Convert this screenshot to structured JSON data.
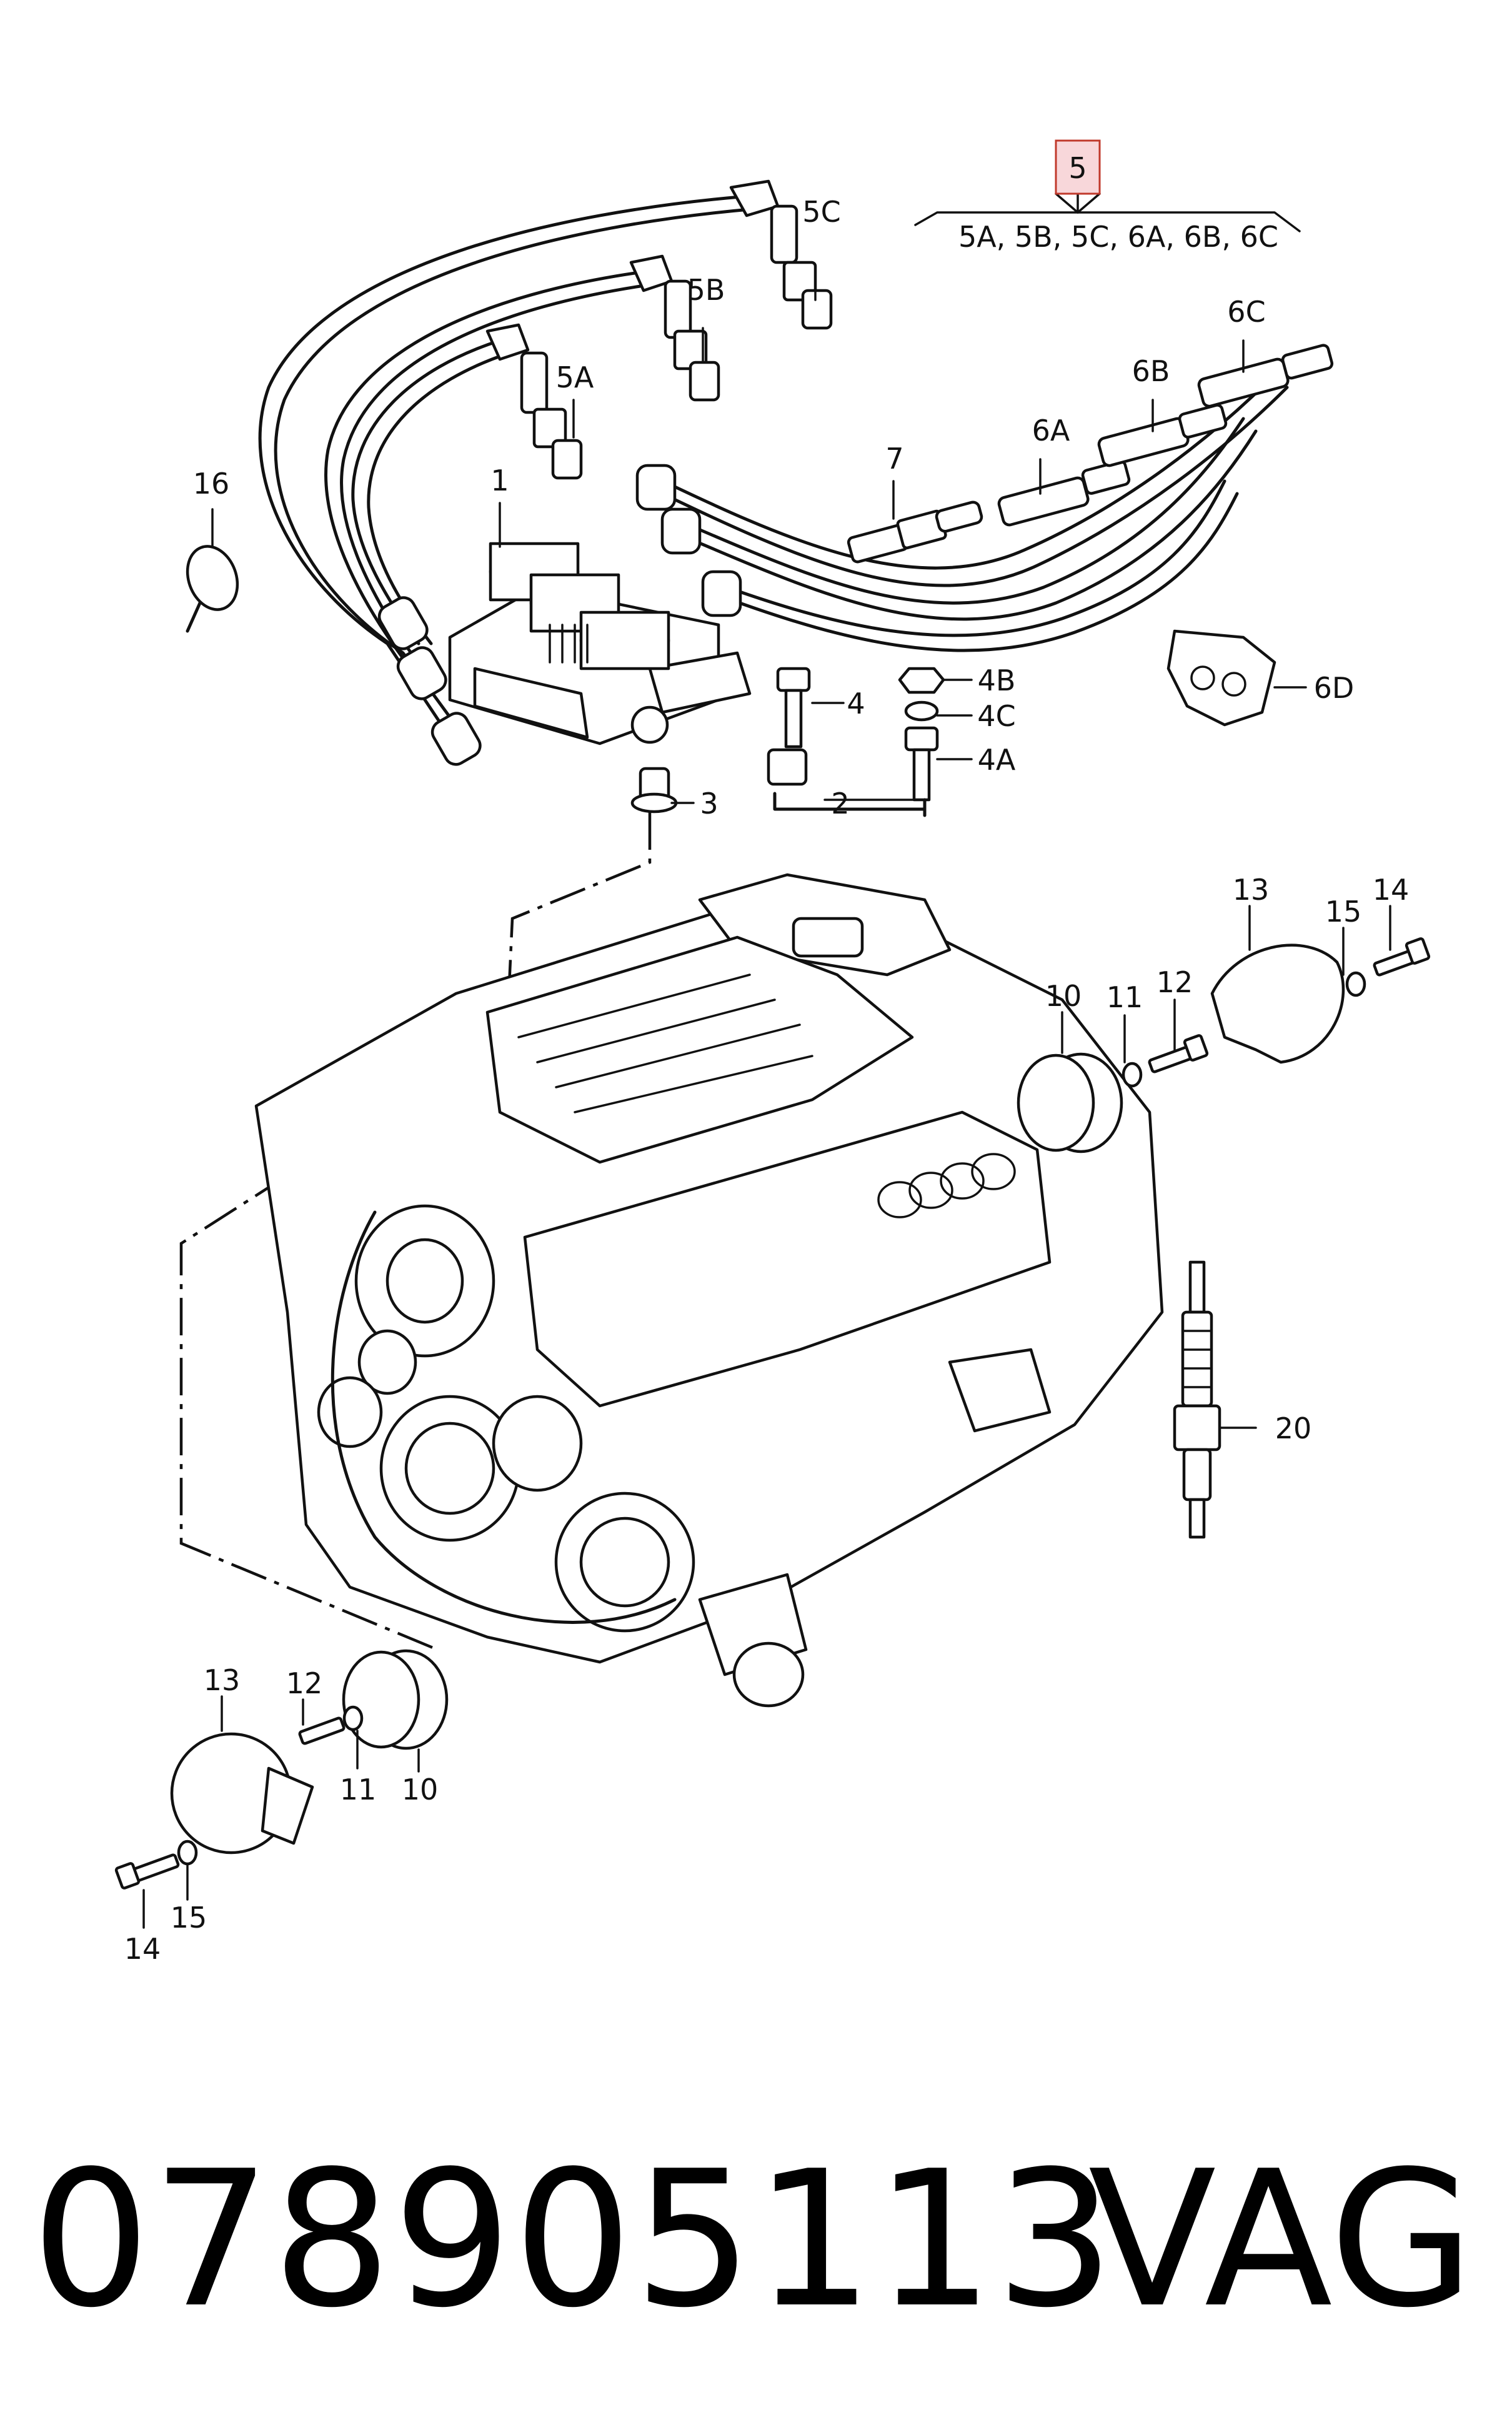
{
  "highlight_color": "#f8d7da",
  "highlight_border": "#c0392b",
  "callouts": {
    "c5": "5",
    "c5_group": "5A, 5B, 5C, 6A, 6B, 6C",
    "c5A": "5A",
    "c5B": "5B",
    "c5C": "5C",
    "c6A": "6A",
    "c6B": "6B",
    "c6C": "6C",
    "c6D": "6D",
    "c1": "1",
    "c2": "2",
    "c3": "3",
    "c4": "4",
    "c4A": "4A",
    "c4B": "4B",
    "c4C": "4C",
    "c7": "7",
    "c16": "16",
    "c10a": "10",
    "c11a": "11",
    "c12a": "12",
    "c13a": "13",
    "c14a": "14",
    "c15a": "15",
    "c20": "20",
    "c10b": "10",
    "c11b": "11",
    "c12b": "12",
    "c13b": "13",
    "c14b": "14",
    "c15b": "15"
  },
  "footer": {
    "part_number": "078905113",
    "brand": "VAG"
  }
}
